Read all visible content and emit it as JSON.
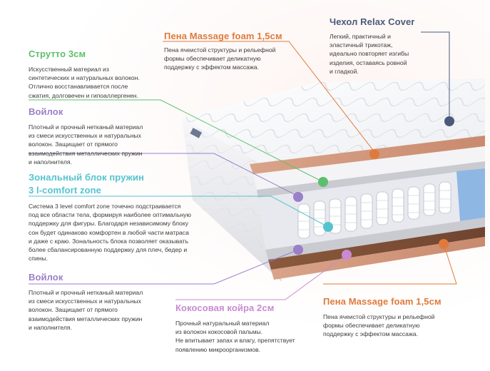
{
  "colors": {
    "orange": "#e07a3c",
    "green": "#5cbf6b",
    "purple": "#9b7fc8",
    "teal": "#55c3cf",
    "navy": "#4b5a7a",
    "pink": "#c98ad3"
  },
  "sections": {
    "massage_top": {
      "title": "Пена Massage foam 1,5см",
      "lines": [
        "Пена ячеистой структуры и рельефной",
        "формы обеспечивает деликатную",
        "поддержку с эффектом массажа."
      ]
    },
    "cover": {
      "title": "Чехол Relax Cover",
      "lines": [
        "Легкий, практичный и",
        "эластичный трикотаж,",
        "идеально повторяет изгибы",
        "изделия, оставаясь ровной",
        "и гладкой."
      ]
    },
    "strutto": {
      "title": "Струтто 3см",
      "lines": [
        "Искусственный материал из",
        "синтетических и натуральных волокон.",
        "Отлично восстанавливается после",
        "сжатия, долговечен и гипоаллергенен."
      ]
    },
    "felt_top": {
      "title": "Войлок",
      "lines": [
        "Плотный и прочный нетканый материал",
        "из смеси искусственных и натуральных",
        "волокон. Защищает от прямого",
        "взаимодействия металлических пружин",
        "и наполнителя."
      ]
    },
    "springs": {
      "title_line1": "Зональный блок пружин",
      "title_line2": "3 l-comfort zone",
      "lines": [
        "Система 3 level comfort zone точечно подстраивается",
        "под все области тела, формируя наиболее оптимальную",
        "поддержку для фигуры. Благодаря независимому блоку",
        "сон будет одинаково комфортен в любой части матраса",
        "и даже с краю. Зональность блока позволяет оказывать",
        "более сбалансированную поддержку для плеч, бедер и",
        "спины."
      ]
    },
    "felt_bottom": {
      "title": "Войлок",
      "lines": [
        "Плотный и прочный нетканый материал",
        "из смеси искусственных и натуральных",
        "волокон. Защищает от прямого",
        "взаимодействия металлических пружин",
        "и наполнителя."
      ]
    },
    "coconut": {
      "title": "Кокосовая койра 2см",
      "lines": [
        "Прочный натуральный материал",
        "из волокон кокосовой пальмы.",
        "Не впитывает запах и влагу, препятствует",
        "появлению микроорганизмов."
      ]
    },
    "massage_bottom": {
      "title": "Пена Massage foam 1,5см",
      "lines": [
        "Пена ячеистой структуры и рельефной",
        "формы обеспечивает деликатную",
        "поддержку с эффектом массажа."
      ]
    }
  },
  "icons": {
    "mattress": "mattress-cutaway-illustration",
    "brand_tag": "brand-tag-icon"
  }
}
